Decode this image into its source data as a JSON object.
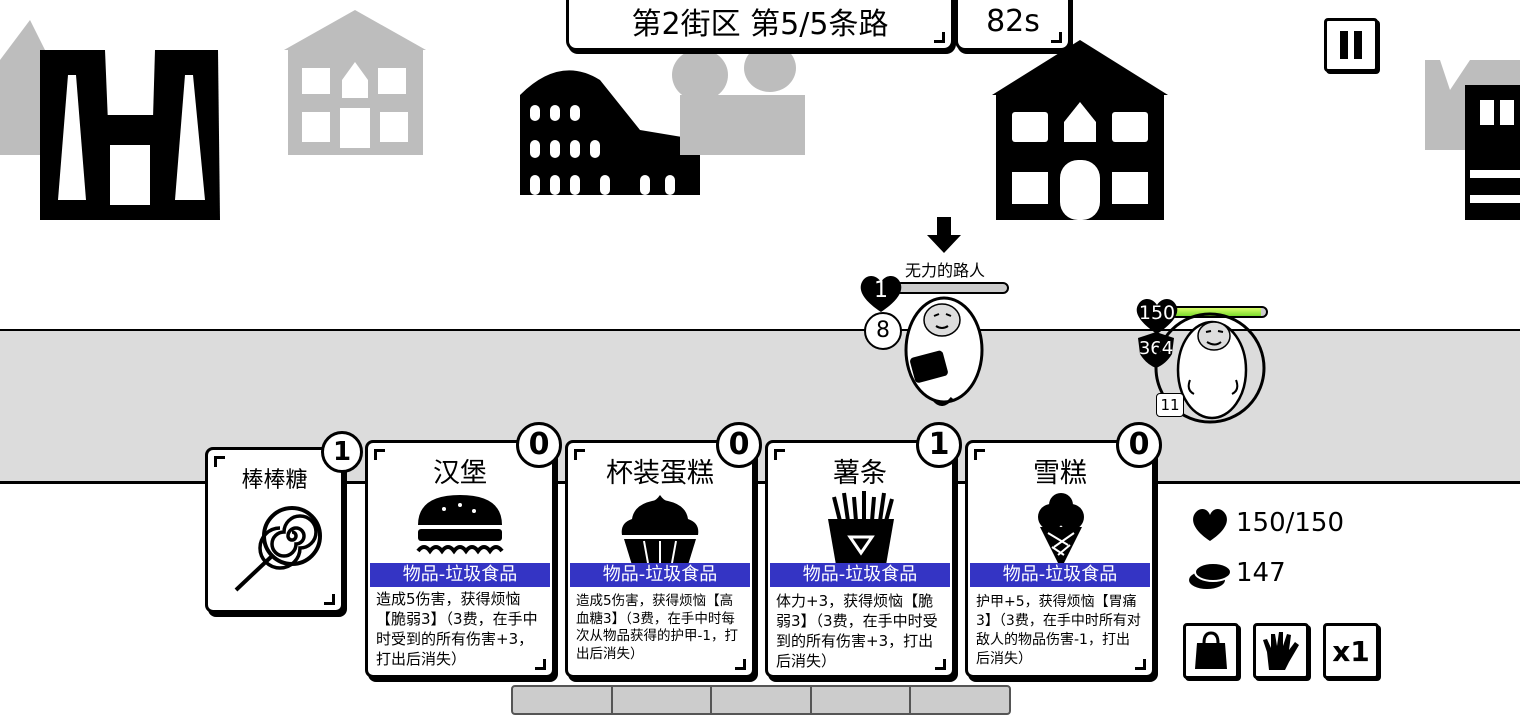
{
  "hud": {
    "location": "第2街区 第5/5条路",
    "timer": "82s",
    "pause_icon": "pause-icon"
  },
  "enemy": {
    "name": "无力的路人",
    "hp": "1",
    "hp_fraction": 0.02,
    "intent": "8",
    "icon": "defend-arrow-icon"
  },
  "player": {
    "hp_badge": "150",
    "armor_badge": "364",
    "stack_badge": "11",
    "hp_fraction": 0.95,
    "hp_text": "150/150",
    "coins_text": "147"
  },
  "cards": [
    {
      "title": "棒棒糖",
      "cost": "1",
      "icon": "lollipop-icon"
    },
    {
      "title": "汉堡",
      "cost": "0",
      "icon": "burger-icon",
      "tag": "物品-垃圾食品",
      "desc": "造成5伤害，获得烦恼【脆弱3】（3费，在手中时受到的所有伤害+3，打出后消失）"
    },
    {
      "title": "杯装蛋糕",
      "cost": "0",
      "icon": "cupcake-icon",
      "tag": "物品-垃圾食品",
      "desc": "造成5伤害，获得烦恼【高血糖3】（3费，在手中时每次从物品获得的护甲-1，打出后消失）"
    },
    {
      "title": "薯条",
      "cost": "1",
      "icon": "fries-icon",
      "tag": "物品-垃圾食品",
      "desc": "体力+3，获得烦恼【脆弱3】（3费，在手中时受到的所有伤害+3，打出后消失）"
    },
    {
      "title": "雪糕",
      "cost": "0",
      "icon": "icecream-icon",
      "tag": "物品-垃圾食品",
      "desc": "护甲+5，获得烦恼【胃痛3】（3费，在手中时所有对敌人的物品伤害-1，打出后消失）"
    }
  ],
  "buttons": {
    "bag_icon": "bag-icon",
    "hand_icon": "hand-icon",
    "speed_label": "x1"
  },
  "colors": {
    "tag_blue": "#3434c4",
    "road_gray": "#dcdcdc",
    "building_gray": "#b8b8b8"
  }
}
